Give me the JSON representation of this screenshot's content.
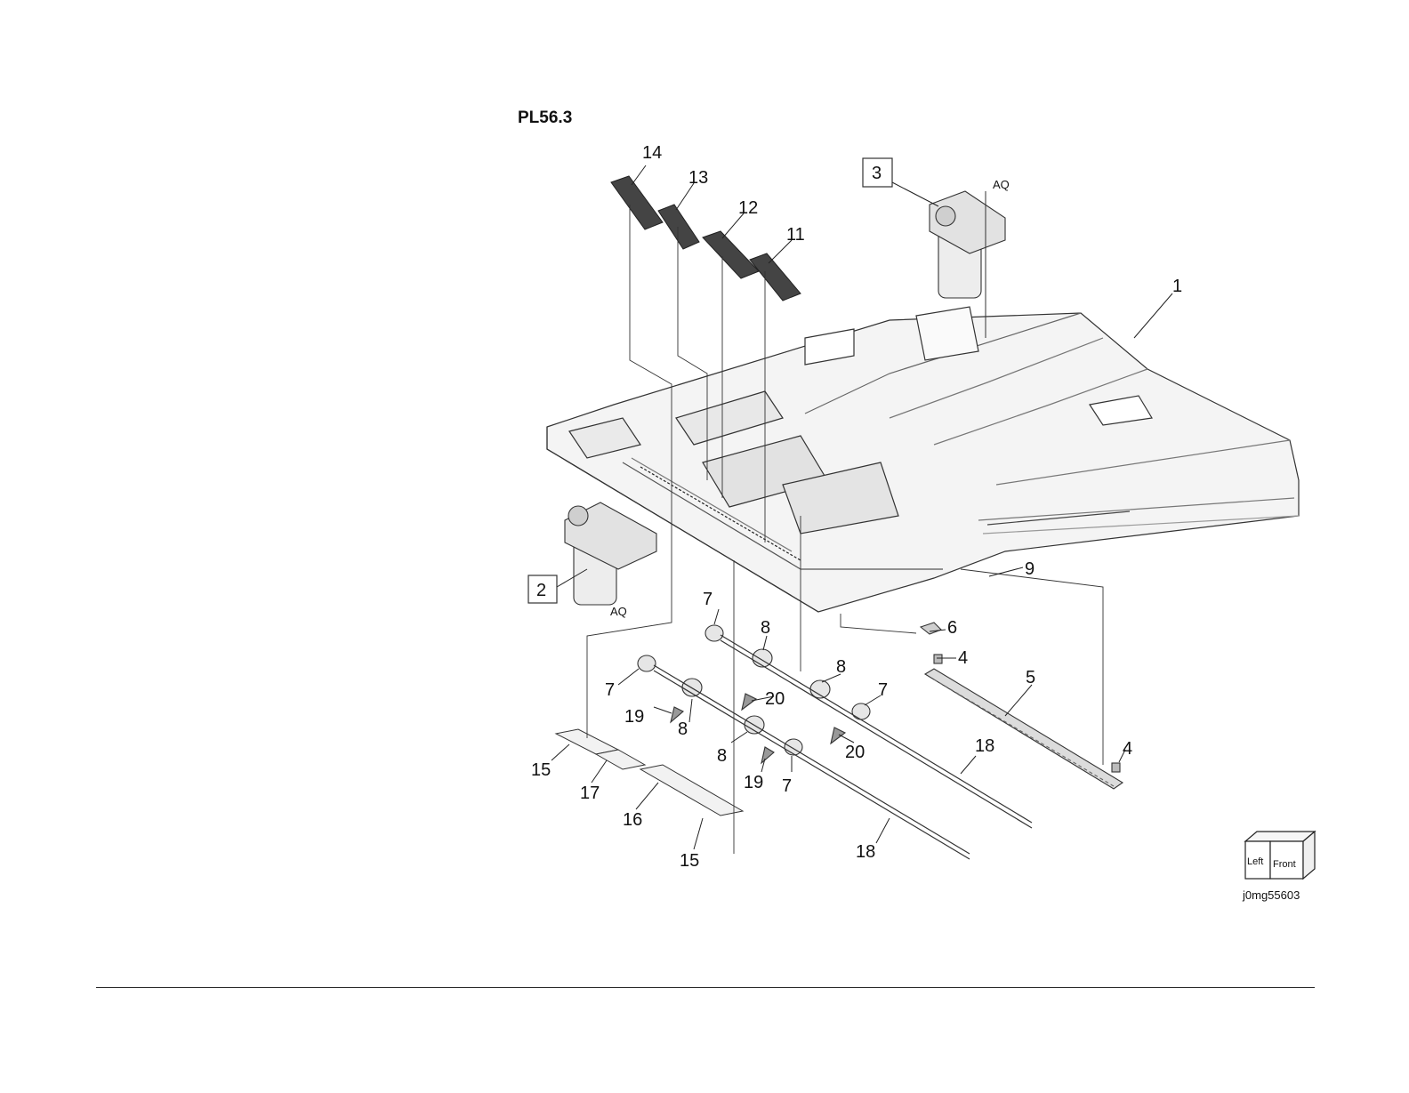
{
  "plate_title": "PL56.3",
  "image_code": "j0mg55603",
  "orientation_cube": {
    "left": "Left",
    "front": "Front"
  },
  "reference_tag": "AQ",
  "callouts": {
    "c1": "1",
    "c2": "2",
    "c3": "3",
    "c4a": "4",
    "c4b": "4",
    "c5": "5",
    "c6": "6",
    "c7a": "7",
    "c7b": "7",
    "c7c": "7",
    "c7d": "7",
    "c8a": "8",
    "c8b": "8",
    "c8c": "8",
    "c8d": "8",
    "c9": "9",
    "c11": "11",
    "c12": "12",
    "c13": "13",
    "c14": "14",
    "c15a": "15",
    "c15b": "15",
    "c16": "16",
    "c17": "17",
    "c18a": "18",
    "c18b": "18",
    "c19a": "19",
    "c19b": "19",
    "c20a": "20",
    "c20b": "20"
  }
}
